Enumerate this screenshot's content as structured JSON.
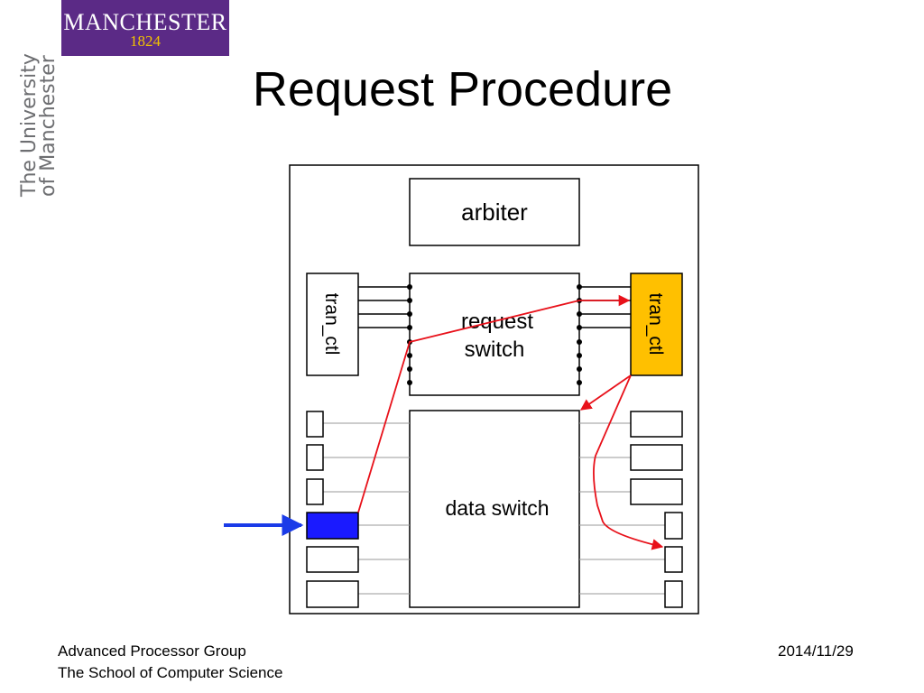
{
  "logo": {
    "word": "MANCHESTER",
    "year": "1824"
  },
  "side_logo": {
    "line1": "The University",
    "line2": "of Manchester"
  },
  "title": "Request Procedure",
  "diagram": {
    "arbiter": "arbiter",
    "request_switch_line1": "request",
    "request_switch_line2": "switch",
    "data_switch": "data switch",
    "tran_ctl_left": "tran_ctl",
    "tran_ctl_right": "tran_ctl",
    "colors": {
      "active_ctl": "#ffc000",
      "active_port": "#1a1aff",
      "request_path": "#e8111a",
      "input_arrow": "#1a3be8",
      "wire": "#9a9a9a"
    }
  },
  "footer": {
    "line1": "Advanced Processor Group",
    "line2": "The School of Computer Science",
    "date": "2014/11/29"
  }
}
